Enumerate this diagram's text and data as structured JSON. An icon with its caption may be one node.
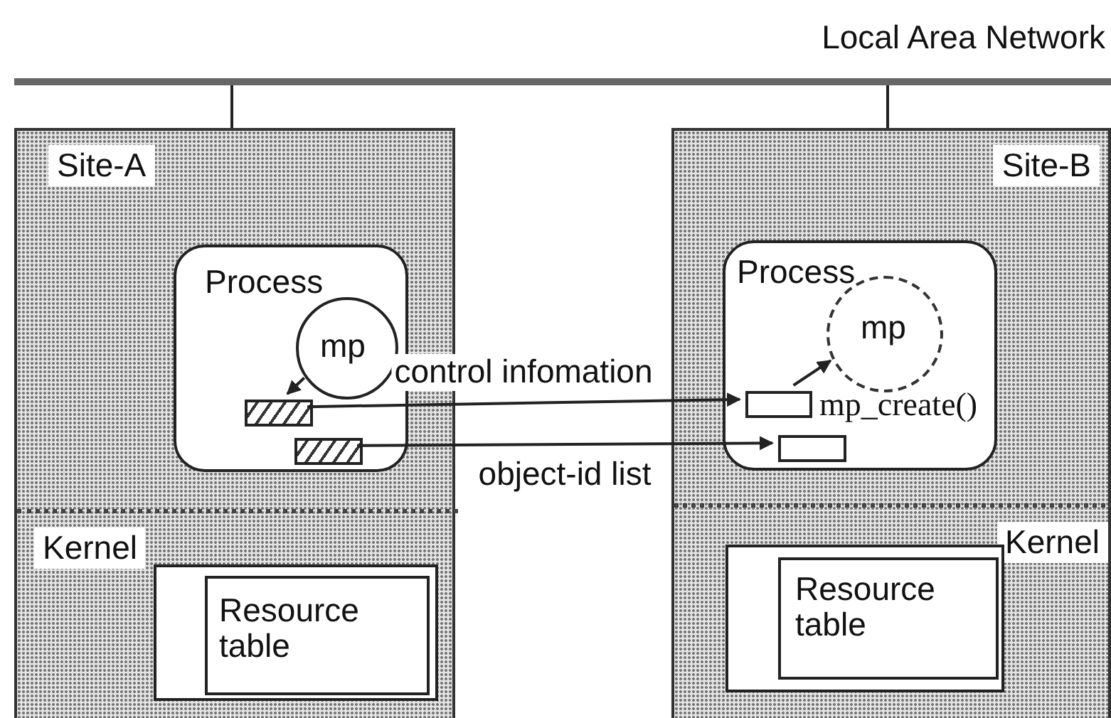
{
  "diagram": {
    "nodes": [
      {
        "text": [
          "Local Area Network"
        ]
      },
      {
        "text": [
          "Site-A"
        ]
      },
      {
        "text": [
          "Process"
        ],
        "in": 1
      },
      {
        "text": [
          "mp"
        ],
        "in": 2
      },
      {
        "text": [],
        "shape": "box",
        "in": 2
      },
      {
        "text": [],
        "shape": "box",
        "in": 2
      },
      {
        "text": [
          "Kernel"
        ],
        "in": 1
      },
      {
        "text": [],
        "shape": "box",
        "in": 6
      },
      {
        "text": [
          "Resource table"
        ],
        "in": 7
      },
      {
        "text": [
          "Site-B"
        ]
      },
      {
        "text": [
          "Process"
        ],
        "in": 9
      },
      {
        "text": [
          "mp"
        ],
        "in": 10
      },
      {
        "text": [],
        "shape": "box",
        "in": 10,
        "beside": [
          "mp_create()"
        ]
      },
      {
        "text": [],
        "shape": "box",
        "in": 10
      },
      {
        "text": [
          "Kernel"
        ],
        "in": 9
      },
      {
        "text": [],
        "shape": "box",
        "in": 14
      },
      {
        "text": [
          "Resource table"
        ],
        "in": 15
      }
    ],
    "edges": [
      {
        "from": 0,
        "to": 1,
        "arrow": "none"
      },
      {
        "from": 0,
        "to": 9,
        "arrow": "none"
      },
      {
        "from": 3,
        "to": 4,
        "arrow": "to"
      },
      {
        "from": 4,
        "to": 12,
        "arrow": "to",
        "label": "control infomation"
      },
      {
        "from": 5,
        "to": 13,
        "arrow": "to",
        "label": "object-id list"
      },
      {
        "from": 12,
        "to": 11,
        "arrow": "to"
      }
    ]
  }
}
